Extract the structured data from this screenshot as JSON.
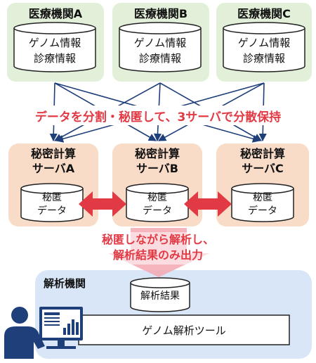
{
  "hospitals": [
    {
      "name": "医療機関A",
      "data_line1": "ゲノム情報",
      "data_line2": "診療情報"
    },
    {
      "name": "医療機関B",
      "data_line1": "ゲノム情報",
      "data_line2": "診療情報"
    },
    {
      "name": "医療機関C",
      "data_line1": "ゲノム情報",
      "data_line2": "診療情報"
    }
  ],
  "split_caption": "データを分割・秘匿して、3サーバで分散保持",
  "servers": [
    {
      "name_line1": "秘密計算",
      "name_line2": "サーバA",
      "data_line1": "秘匿",
      "data_line2": "データ"
    },
    {
      "name_line1": "秘密計算",
      "name_line2": "サーバB",
      "data_line1": "秘匿",
      "data_line2": "データ"
    },
    {
      "name_line1": "秘密計算",
      "name_line2": "サーバC",
      "data_line1": "秘匿",
      "data_line2": "データ"
    }
  ],
  "compute_caption_line1": "秘匿しながら解析し、",
  "compute_caption_line2": "解析結果のみ出力",
  "analysis": {
    "title": "解析機関",
    "result_label": "解析結果",
    "tool_label": "ゲノム解析ツール"
  },
  "colors": {
    "hospital_panel": "#e2efd9",
    "server_panel": "#f8dcc8",
    "analysis_panel": "#d9e6f7",
    "arrow_blue": "#1f3f7a",
    "accent_red": "#e13a44",
    "down_arrow_pink": "#f4a7b2"
  }
}
